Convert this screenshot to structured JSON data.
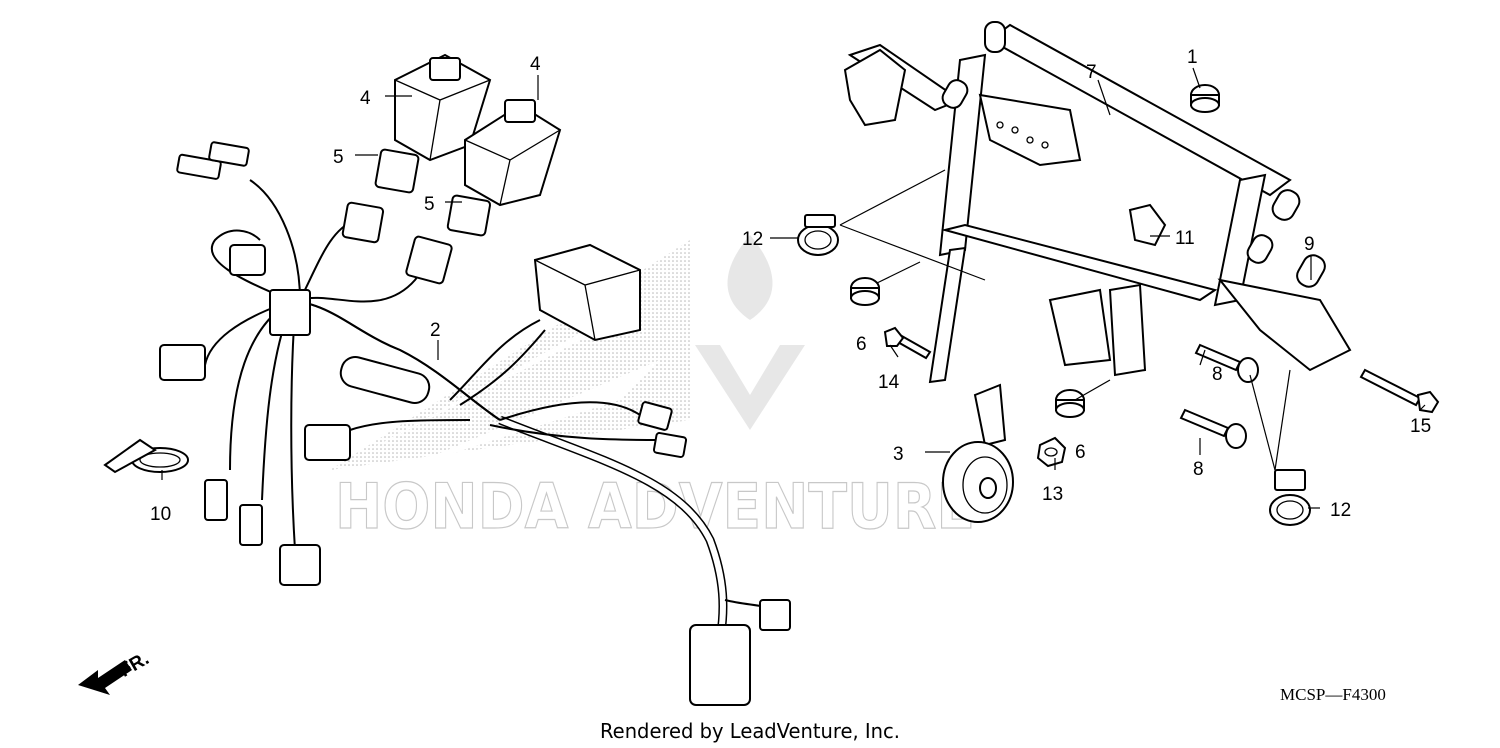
{
  "labels": {
    "p1": "1",
    "p2": "2",
    "p3": "3",
    "p4a": "4",
    "p4b": "4",
    "p5a": "5",
    "p5b": "5",
    "p6a": "6",
    "p6b": "6",
    "p7": "7",
    "p8a": "8",
    "p8b": "8",
    "p9": "9",
    "p10": "10",
    "p11": "11",
    "p12a": "12",
    "p12b": "12",
    "p13": "13",
    "p14": "14",
    "p15": "15"
  },
  "direction": "FR.",
  "diagram_code": "MCSP—F4300",
  "footer": "Rendered by LeadVenture, Inc.",
  "watermark": "HONDA ADVENTURE"
}
